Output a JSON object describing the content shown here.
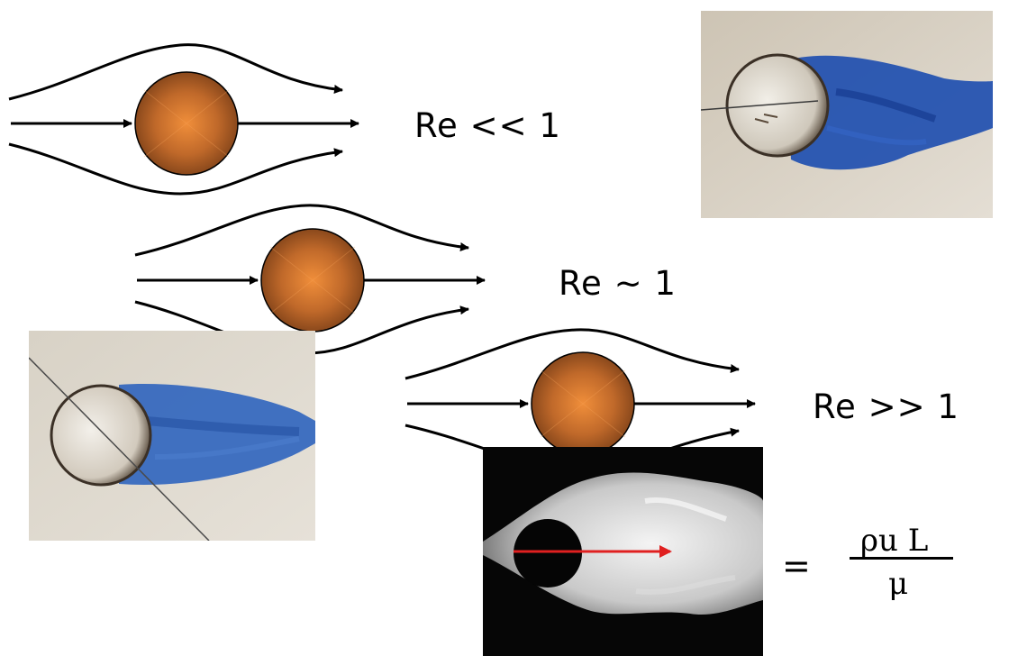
{
  "regimes": [
    {
      "label": "Re << 1"
    },
    {
      "label": "Re ~ 1"
    },
    {
      "label": "Re >> 1"
    }
  ],
  "formula": {
    "equals": "=",
    "numerator": "ρu L",
    "denominator": "μ"
  },
  "colors": {
    "sphere_light": "#e98a3a",
    "sphere_dark": "#8a4a18",
    "dye": "#1f4fb0",
    "photo_bg": "#d9d2c6",
    "arrow_red": "#e02020"
  }
}
